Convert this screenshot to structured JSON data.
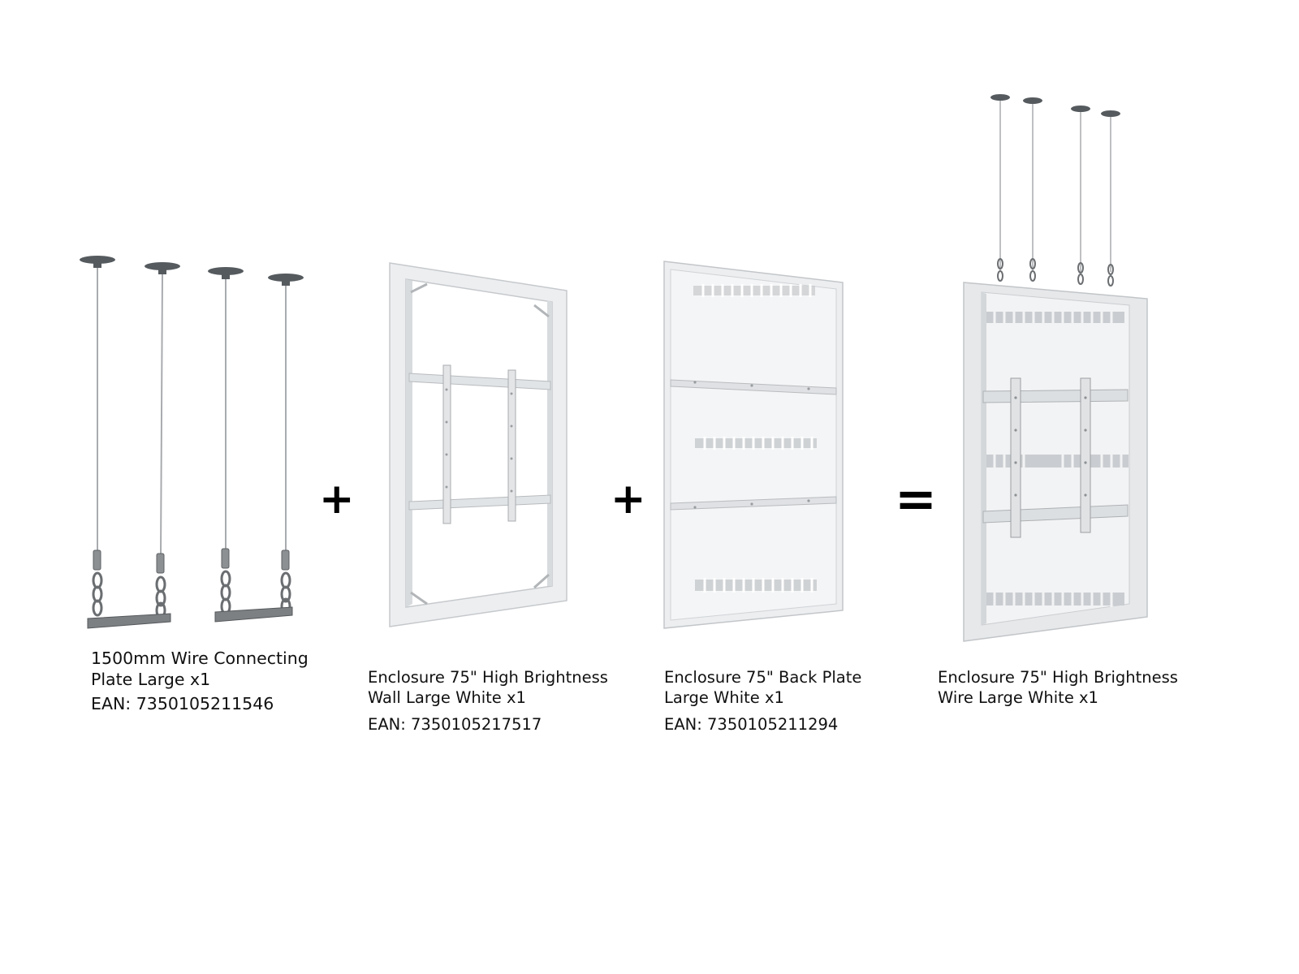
{
  "products": [
    {
      "name": "1500mm Wire Connecting\nPlate Large x1",
      "ean": "EAN: 7350105211546",
      "icon": "wire-kit-illustration"
    },
    {
      "name": "Enclosure 75\" High Brightness\nWall Large White x1",
      "ean": "EAN: 7350105217517",
      "icon": "enclosure-wall-frame-illustration"
    },
    {
      "name": "Enclosure 75\" Back Plate\nLarge White x1",
      "ean": "EAN: 7350105211294",
      "icon": "back-plate-illustration"
    },
    {
      "name": "Enclosure 75\" High Brightness\nWire Large White x1",
      "icon": "assembled-enclosure-illustration"
    }
  ],
  "operators": {
    "plus_1": "+",
    "plus_2": "+",
    "equals": "="
  },
  "colors": {
    "frame": "#e4e6e8",
    "frame_shadow": "#c9ccd0",
    "metal_dark": "#6e7174",
    "text": "#111111"
  }
}
